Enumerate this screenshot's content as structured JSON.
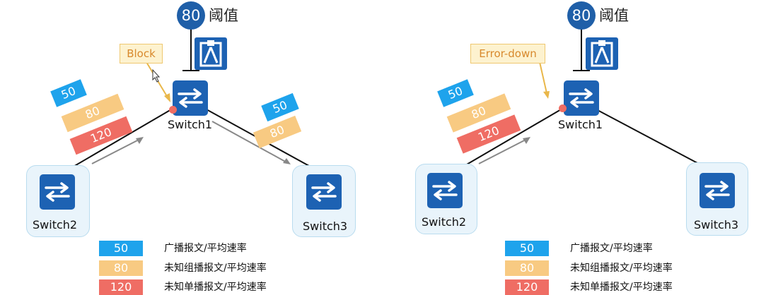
{
  "colors": {
    "switch_blue": "#1d62b3",
    "broadcast": "#1ea3ec",
    "unknown_multicast": "#f8ca82",
    "unknown_unicast": "#ef6d64",
    "callout_text": "#d8892d"
  },
  "icons": [
    "switch-arrows-icon",
    "speed-limiter-icon",
    "port-dot-icon",
    "cursor-icon"
  ],
  "panels": [
    {
      "threshold": {
        "value": "80",
        "label": "阈值"
      },
      "callout": "Block",
      "switches": {
        "center": "Switch1",
        "left": "Switch2",
        "right": "Switch3"
      },
      "rates_left": [
        "50",
        "80",
        "120"
      ],
      "rates_right": [
        "50",
        "80"
      ],
      "legend": [
        {
          "value": "50",
          "text": "广播报文/平均速率"
        },
        {
          "value": "80",
          "text": "未知组播报文/平均速率"
        },
        {
          "value": "120",
          "text": "未知单播报文/平均速率"
        }
      ]
    },
    {
      "threshold": {
        "value": "80",
        "label": "阈值"
      },
      "callout": "Error-down",
      "switches": {
        "center": "Switch1",
        "left": "Switch2",
        "right": "Switch3"
      },
      "rates_left": [
        "50",
        "80",
        "120"
      ],
      "legend": [
        {
          "value": "50",
          "text": "广播报文/平均速率"
        },
        {
          "value": "80",
          "text": "未知组播报文/平均速率"
        },
        {
          "value": "120",
          "text": "未知单播报文/平均速率"
        }
      ]
    }
  ]
}
